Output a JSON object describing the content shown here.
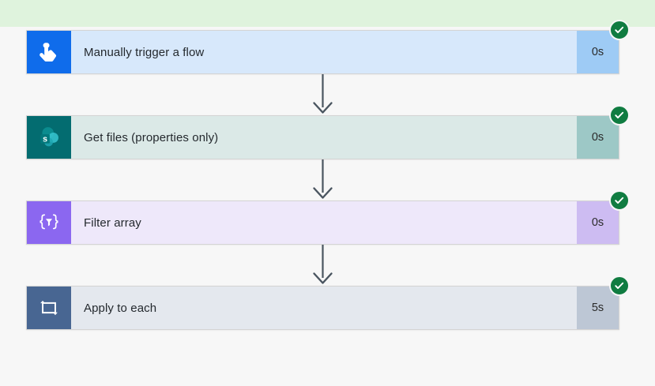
{
  "page": {
    "background_color": "#f7f7f7",
    "status_banner": {
      "name": "run-status-banner",
      "color": "#dff3dd"
    }
  },
  "flow": {
    "connector": {
      "icon": "down-arrow-icon",
      "color": "#4a5560"
    },
    "status_badge": {
      "icon": "check-circle-icon",
      "color": "#107c41",
      "state": "Succeeded"
    },
    "nodes": [
      {
        "id": "manually-trigger-a-flow",
        "title": "Manually trigger a flow",
        "duration": "0s",
        "icon": "tap-hand-icon",
        "icon_bg": "#0f6ceb",
        "icon_fg": "#ffffff",
        "body_bg": "#d7e8fb",
        "duration_bg": "#9ecbf5",
        "status": "Succeeded"
      },
      {
        "id": "get-files-properties-only",
        "title": "Get files (properties only)",
        "duration": "0s",
        "icon": "sharepoint-icon",
        "icon_bg": "#036c70",
        "icon_fg": "#ffffff",
        "body_bg": "#dbe9e7",
        "duration_bg": "#9dc8c6",
        "status": "Succeeded"
      },
      {
        "id": "filter-array",
        "title": "Filter array",
        "duration": "0s",
        "icon": "filter-braces-icon",
        "icon_bg": "#8b67f0",
        "icon_fg": "#ffffff",
        "body_bg": "#eee8fa",
        "duration_bg": "#cdbcf2",
        "status": "Succeeded"
      },
      {
        "id": "apply-to-each",
        "title": "Apply to each",
        "duration": "5s",
        "icon": "loop-arrows-icon",
        "icon_bg": "#486692",
        "icon_fg": "#ffffff",
        "body_bg": "#e4e8ee",
        "duration_bg": "#bdc7d5",
        "status": "Succeeded"
      }
    ]
  }
}
